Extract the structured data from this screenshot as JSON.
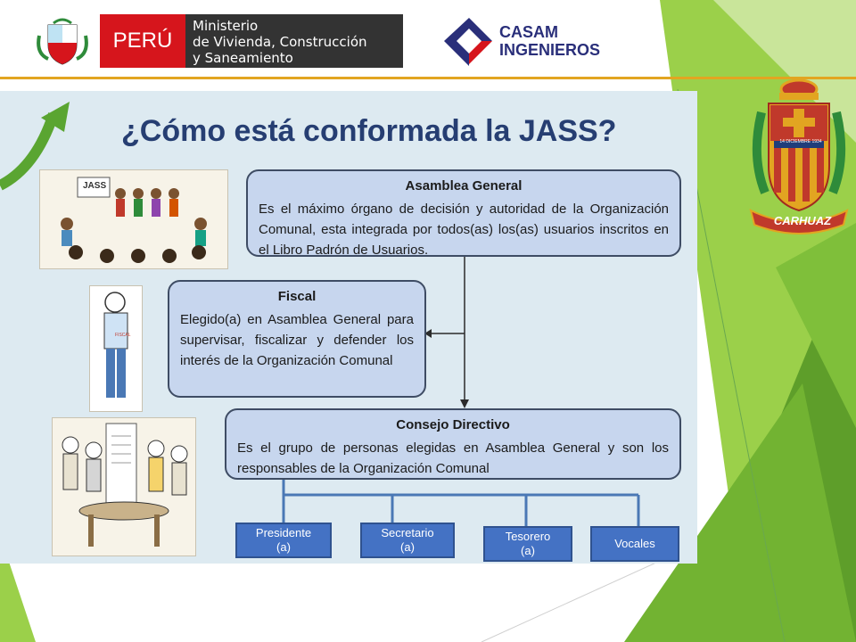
{
  "header": {
    "peru_label": "PERÚ",
    "ministry_lines": [
      "Ministerio",
      "de Vivienda, Construcción",
      "y Saneamiento"
    ],
    "casam_line1": "CASAM",
    "casam_line2": "INGENIEROS"
  },
  "diagram": {
    "title": "¿Cómo está conformada la JASS?",
    "asamblea": {
      "title": "Asamblea General",
      "text": "Es el máximo órgano de decisión y autoridad de la Organización Comunal, esta integrada por todos(as) los(as) usuarios inscritos en el Libro Padrón de Usuarios."
    },
    "fiscal": {
      "title": "Fiscal",
      "text": "Elegido(a) en Asamblea General para supervisar, fiscalizar y defender los interés de la Organización Comunal"
    },
    "consejo": {
      "title": "Consejo Directivo",
      "text": "Es el grupo de personas elegidas en  Asamblea General y son los responsables de la Organización Comunal"
    },
    "roles": [
      {
        "line1": "Presidente",
        "line2": "(a)"
      },
      {
        "line1": "Secretario",
        "line2": "(a)"
      },
      {
        "line1": "Tesorero",
        "line2": "(a)"
      },
      {
        "line1": "Vocales",
        "line2": ""
      }
    ]
  },
  "illustrations": {
    "meeting_sign": "JASS",
    "fiscal_badge": "FISCAL"
  },
  "crest": {
    "banner": "CARHUAZ",
    "date": "14 DICIEMBRE 1934"
  },
  "colors": {
    "title": "#263e72",
    "panel_bg": "#ddeaf1",
    "box_fill": "#c7d6ee",
    "role_fill": "#4472c4",
    "green_light": "#9bd04a",
    "green_dark": "#5e9e2a",
    "gold_line": "#e2a521",
    "peru_red": "#d6151c"
  }
}
